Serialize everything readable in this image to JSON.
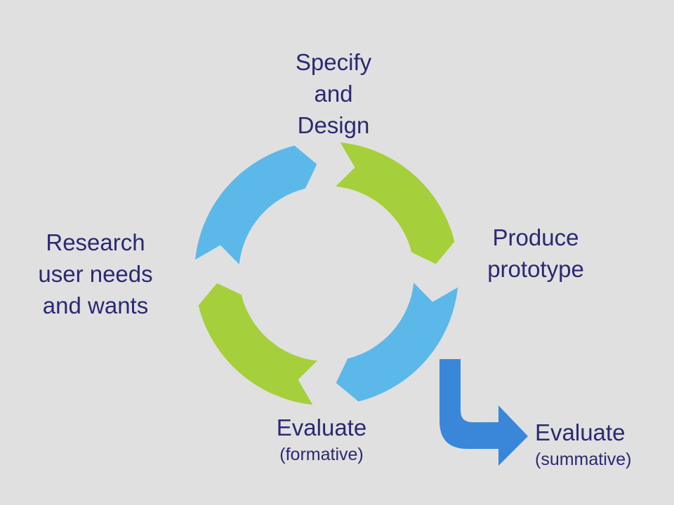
{
  "colors": {
    "background": "#e0e0e0",
    "cycle_blue": "#5bb8e8",
    "cycle_green": "#a6cf3c",
    "exit_arrow_blue": "#3a87d9",
    "label_text": "#2a2a72"
  },
  "stages": {
    "specify": {
      "line1": "Specify",
      "line2": "and",
      "line3": "Design"
    },
    "produce": {
      "line1": "Produce",
      "line2": "prototype"
    },
    "research": {
      "line1": "Research",
      "line2": "user needs",
      "line3": "and wants"
    },
    "formative": {
      "line1": "Evaluate",
      "sub": "(formative)"
    },
    "summative": {
      "line1": "Evaluate",
      "sub": "(summative)"
    }
  },
  "arrows": [
    {
      "name": "arrow-research-to-specify",
      "color": "blue"
    },
    {
      "name": "arrow-specify-to-produce",
      "color": "green"
    },
    {
      "name": "arrow-produce-to-evaluate",
      "color": "blue"
    },
    {
      "name": "arrow-evaluate-to-research",
      "color": "green"
    }
  ],
  "exit_arrow": {
    "name": "arrow-to-summative",
    "color": "blue"
  }
}
